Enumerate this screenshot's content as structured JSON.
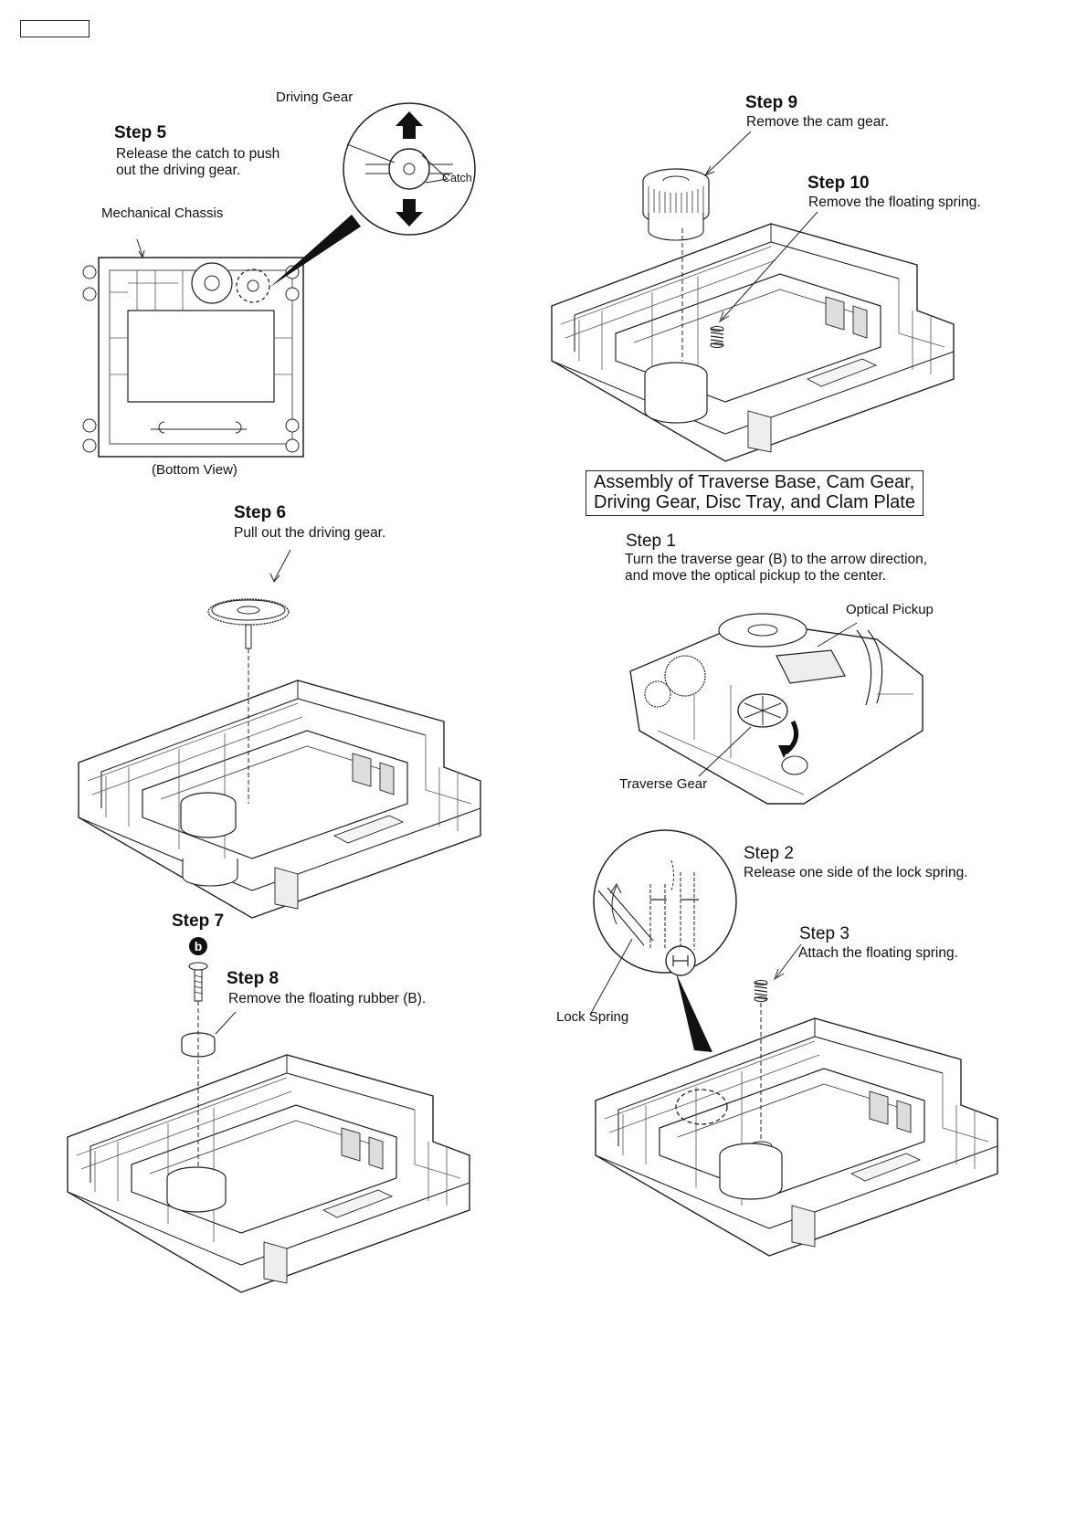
{
  "labels": {
    "driving_gear": "Driving Gear",
    "catch": "Catch",
    "mechanical_chassis": "Mechanical Chassis",
    "bottom_view": "(Bottom View)",
    "optical_pickup": "Optical Pickup",
    "traverse_gear": "Traverse Gear",
    "lock_spring": "Lock Spring",
    "screw_marker": "b"
  },
  "steps": {
    "s5": {
      "title": "Step 5",
      "line1": "Release the catch to push",
      "line2": "out the driving gear."
    },
    "s6": {
      "title": "Step 6",
      "text": "Pull out the driving gear."
    },
    "s7": {
      "title": "Step 7"
    },
    "s8": {
      "title": "Step 8",
      "text": "Remove the floating rubber (B)."
    },
    "s9": {
      "title": "Step 9",
      "text": "Remove the cam gear."
    },
    "s10": {
      "title": "Step 10",
      "text": "Remove the floating spring."
    },
    "s1": {
      "title": "Step 1",
      "line1": "Turn the traverse gear (B) to the arrow direction,",
      "line2": "and move the optical pickup to the center."
    },
    "s2": {
      "title": "Step 2",
      "text": "Release one side of the lock spring."
    },
    "s3": {
      "title": "Step 3",
      "text": "Attach the floating spring."
    }
  },
  "assembly_title": {
    "line1": "Assembly of Traverse Base, Cam Gear,",
    "line2": "Driving Gear, Disc Tray, and Clam Plate"
  }
}
